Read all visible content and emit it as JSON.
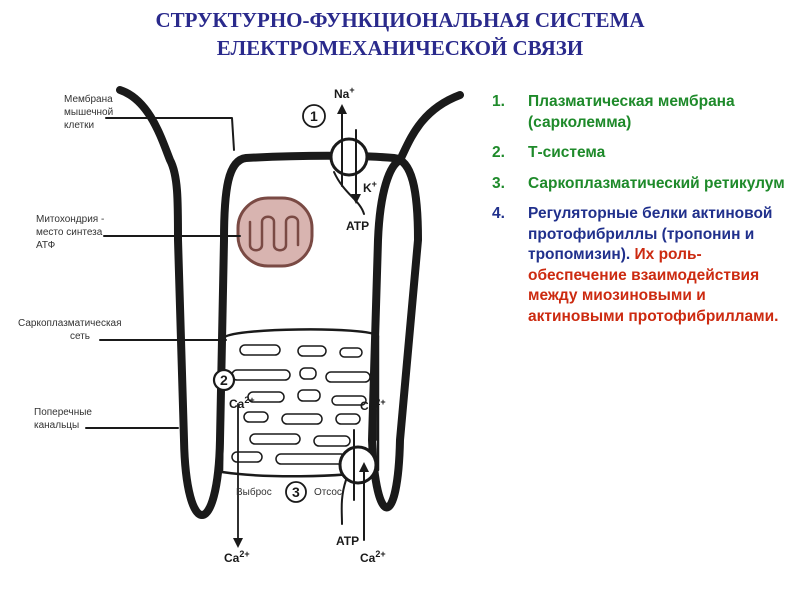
{
  "title": {
    "line1": "СТРУКТУРНО-ФУНКЦИОНАЛЬНАЯ СИСТЕМА",
    "line2": "ЕЛЕКТРОМЕХАНИЧЕСКОЙ СВЯЗИ"
  },
  "list": [
    {
      "num": "1.",
      "text": "Плазматическая мембрана (сарколемма)",
      "color": "#1e8a2a"
    },
    {
      "num": "2.",
      "text": "Т-система",
      "color": "#1e8a2a"
    },
    {
      "num": "3.",
      "text": "Саркоплазматический ретикулум",
      "color": "#1e8a2a"
    },
    {
      "num": "4.",
      "text": "Регуляторные белки актиновой протофибриллы (тропонин и тропомизин).",
      "extra": " Их роль-обеспечение взаимодействия между миозиновыми и актиновыми протофибриллами.",
      "color": "#20308c",
      "extra_color": "#cc2a10"
    }
  ],
  "diagram": {
    "labels": {
      "membrane_l1": "Мембрана",
      "membrane_l2": "мышечной",
      "membrane_l3": "клетки",
      "mito_l1": "Митохондрия -",
      "mito_l2": "место синтеза",
      "mito_l3": "АТФ",
      "sr_l1": "Саркоплазматическая",
      "sr_l2": "сеть",
      "ttub_l1": "Поперечные",
      "ttub_l2": "канальцы",
      "release": "Выброс",
      "reuptake": "Отсос"
    },
    "markers": {
      "one": "1",
      "two": "2",
      "three": "3"
    },
    "ions": {
      "na": "Na",
      "na_sup": "+",
      "k": "K",
      "k_sup": "+",
      "atp1": "ATP",
      "atp2": "ATP",
      "ca_sr": "Ca",
      "ca_right": "Ca",
      "ca_bottom_left": "Ca",
      "ca_bottom_right": "Ca",
      "ca_sup": "2+"
    }
  }
}
